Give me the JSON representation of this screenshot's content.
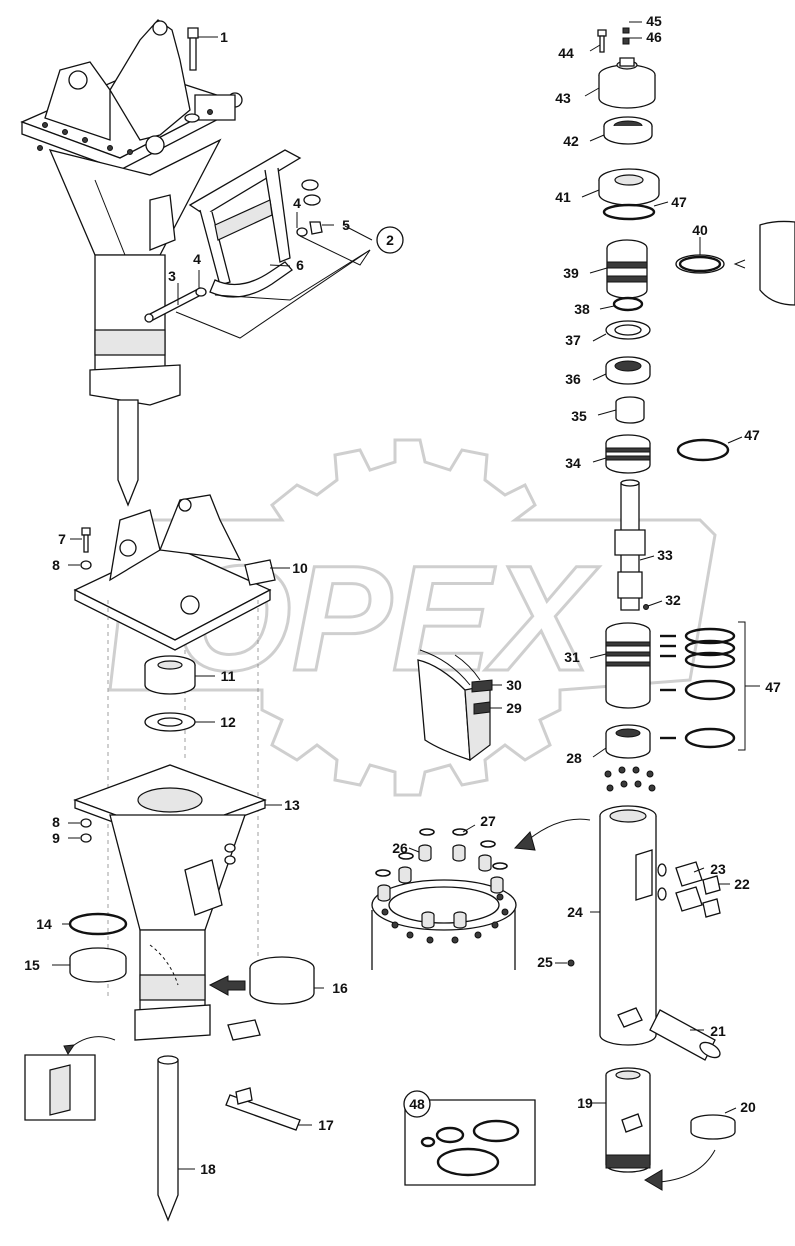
{
  "watermark": {
    "text": "OPEX"
  },
  "callouts": [
    {
      "id": "c45",
      "text": "45"
    },
    {
      "id": "c44",
      "text": "44"
    },
    {
      "id": "c46",
      "text": "46"
    },
    {
      "id": "c43",
      "text": "43"
    },
    {
      "id": "c42",
      "text": "42"
    },
    {
      "id": "c41",
      "text": "41"
    },
    {
      "id": "c47a",
      "text": "47"
    },
    {
      "id": "c40",
      "text": "40"
    },
    {
      "id": "c39",
      "text": "39"
    },
    {
      "id": "c38",
      "text": "38"
    },
    {
      "id": "c37",
      "text": "37"
    },
    {
      "id": "c36",
      "text": "36"
    },
    {
      "id": "c35",
      "text": "35"
    },
    {
      "id": "c34",
      "text": "34"
    },
    {
      "id": "c47b",
      "text": "47"
    },
    {
      "id": "c33",
      "text": "33"
    },
    {
      "id": "c32",
      "text": "32"
    },
    {
      "id": "c31",
      "text": "31"
    },
    {
      "id": "c47c",
      "text": "47"
    },
    {
      "id": "c30",
      "text": "30"
    },
    {
      "id": "c29",
      "text": "29"
    },
    {
      "id": "c28",
      "text": "28"
    },
    {
      "id": "c27",
      "text": "27"
    },
    {
      "id": "c26",
      "text": "26"
    },
    {
      "id": "c23",
      "text": "23"
    },
    {
      "id": "c22",
      "text": "22"
    },
    {
      "id": "c24",
      "text": "24"
    },
    {
      "id": "c25",
      "text": "25"
    },
    {
      "id": "c21",
      "text": "21"
    },
    {
      "id": "c20",
      "text": "20"
    },
    {
      "id": "c19",
      "text": "19"
    },
    {
      "id": "c48",
      "text": "48"
    },
    {
      "id": "c2",
      "text": "2"
    },
    {
      "id": "c3",
      "text": "3"
    },
    {
      "id": "c4a",
      "text": "4"
    },
    {
      "id": "c4b",
      "text": "4"
    },
    {
      "id": "c5",
      "text": "5"
    },
    {
      "id": "c6",
      "text": "6"
    },
    {
      "id": "c1",
      "text": "1"
    },
    {
      "id": "c7",
      "text": "7"
    },
    {
      "id": "c8a",
      "text": "8"
    },
    {
      "id": "c10",
      "text": "10"
    },
    {
      "id": "c11",
      "text": "11"
    },
    {
      "id": "c12",
      "text": "12"
    },
    {
      "id": "c13",
      "text": "13"
    },
    {
      "id": "c8b",
      "text": "8"
    },
    {
      "id": "c9",
      "text": "9"
    },
    {
      "id": "c14",
      "text": "14"
    },
    {
      "id": "c15",
      "text": "15"
    },
    {
      "id": "c16",
      "text": "16"
    },
    {
      "id": "c17",
      "text": "17"
    },
    {
      "id": "c18",
      "text": "18"
    }
  ]
}
